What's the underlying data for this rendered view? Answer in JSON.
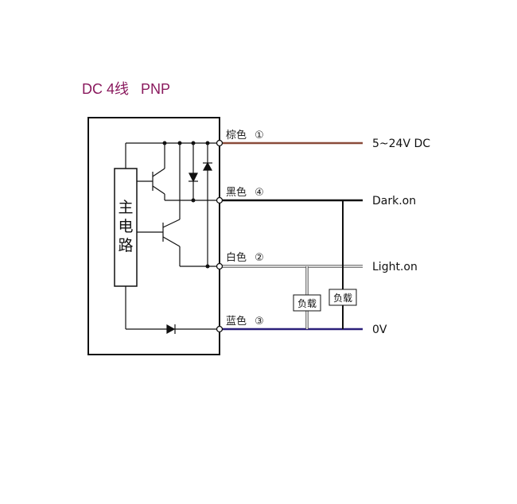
{
  "title": "DC 4线   PNP",
  "colors": {
    "title": "#8a1a5e",
    "brown_wire": "#8a4b3a",
    "black_wire": "#111111",
    "white_wire": "#888888",
    "blue_wire": "#2b1f7a",
    "line": "#111111"
  },
  "main_block": {
    "chars": [
      "主",
      "电",
      "路"
    ]
  },
  "wires": [
    {
      "label": "棕色",
      "num": "①",
      "right": "5~24V DC",
      "color": "brown"
    },
    {
      "label": "黑色",
      "num": "④",
      "right": "Dark.on",
      "color": "black"
    },
    {
      "label": "白色",
      "num": "②",
      "right": "Light.on",
      "color": "white"
    },
    {
      "label": "蓝色",
      "num": "③",
      "right": "0V",
      "color": "blue"
    }
  ],
  "loads": [
    "负载",
    "负载"
  ]
}
